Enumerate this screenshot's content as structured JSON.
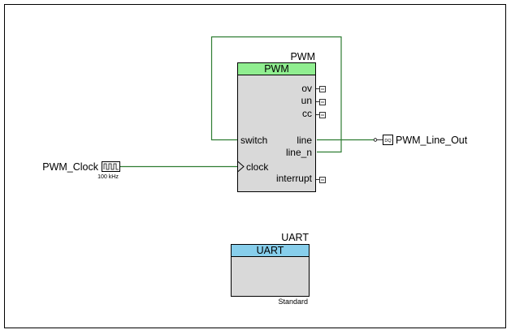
{
  "pwm": {
    "instance_name": "PWM",
    "type_label": "PWM",
    "header_color": "#90ee90",
    "terminals": {
      "ov": "ov",
      "un": "un",
      "cc": "cc",
      "switch": "switch",
      "line": "line",
      "line_n": "line_n",
      "clock": "clock",
      "interrupt": "interrupt"
    }
  },
  "clock": {
    "name": "PWM_Clock",
    "frequency": "100 kHz"
  },
  "output_pin": {
    "name": "PWM_Line_Out",
    "glyph": "DQ"
  },
  "uart": {
    "instance_name": "UART",
    "type_label": "UART",
    "header_color": "#87ceeb",
    "config": "Standard"
  },
  "colors": {
    "wire": "#2e7d32",
    "body": "#d9d9d9",
    "border": "#000000"
  }
}
